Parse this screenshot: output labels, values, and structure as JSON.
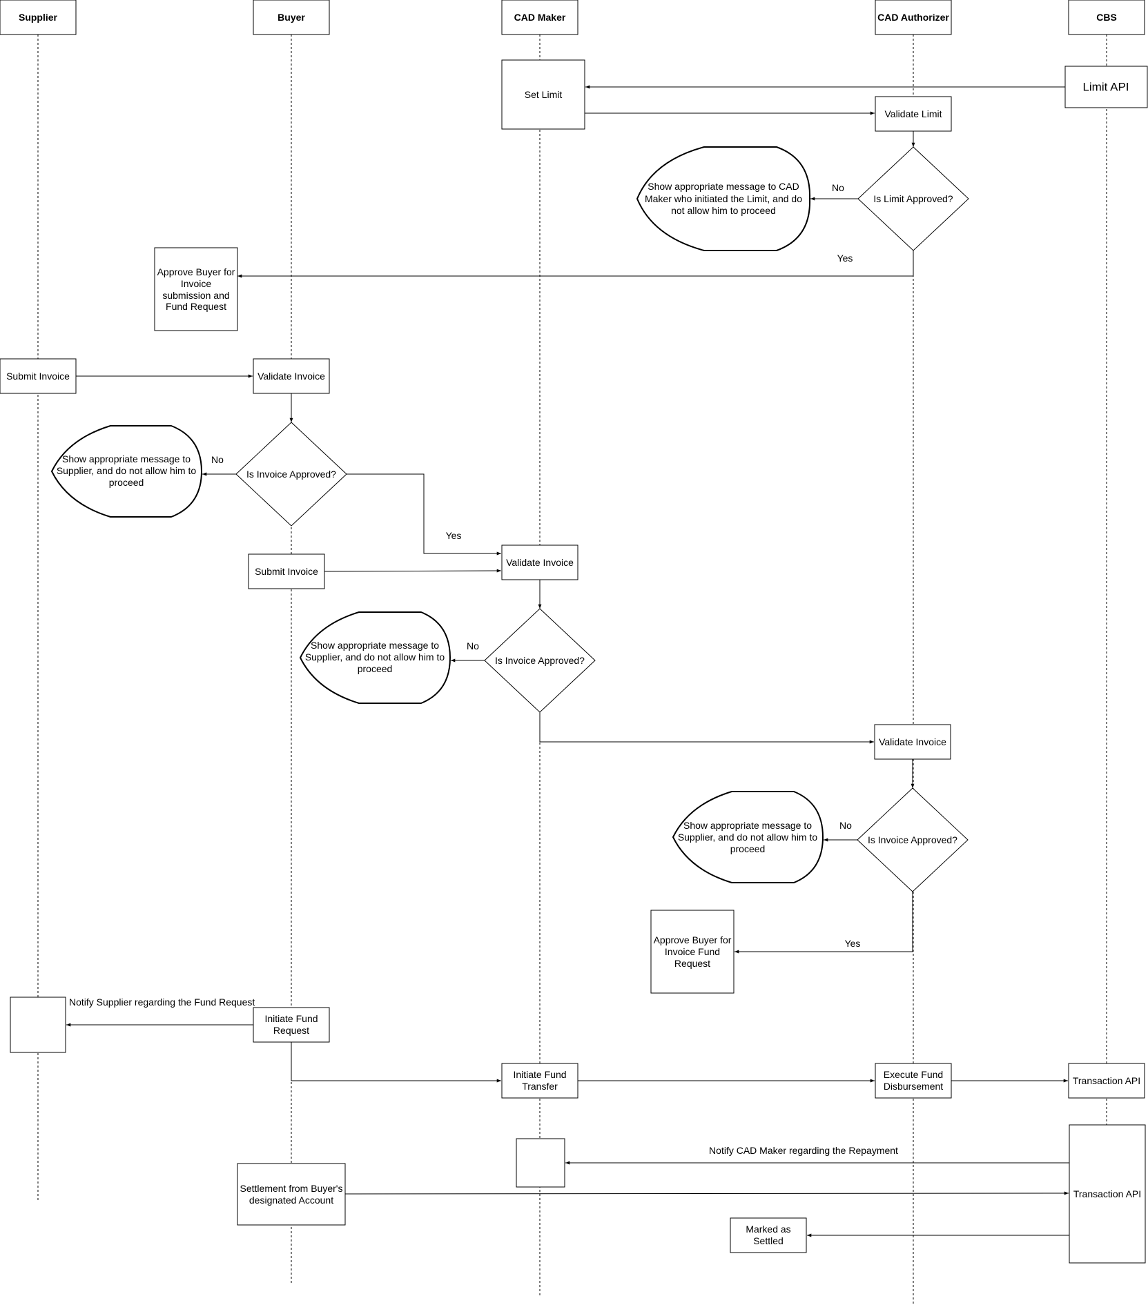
{
  "lanes": {
    "supplier": "Supplier",
    "buyer": "Buyer",
    "cad_maker": "CAD Maker",
    "cad_authorizer": "CAD Authorizer",
    "cbs": "CBS"
  },
  "nodes": {
    "set_limit": "Set Limit",
    "limit_api": "Limit API",
    "validate_limit": "Validate Limit",
    "is_limit_approved": "Is Limit Approved?",
    "limit_reject_msg": [
      "Show appropriate message to CAD",
      "Maker who initiated the Limit, and do",
      "not allow him to proceed"
    ],
    "approve_buyer_submission": [
      "Approve Buyer for",
      "Invoice",
      "submission and",
      "Fund Request"
    ],
    "supplier_submit_invoice": "Submit Invoice",
    "buyer_validate_invoice": "Validate Invoice",
    "buyer_is_invoice_approved": "Is Invoice Approved?",
    "buyer_reject_msg": [
      "Show appropriate message to",
      "Supplier, and do not allow him to",
      "proceed"
    ],
    "buyer_submit_invoice": "Submit Invoice",
    "maker_validate_invoice": "Validate Invoice",
    "maker_is_invoice_approved": "Is Invoice Approved?",
    "maker_reject_msg": [
      "Show appropriate message to",
      "Supplier, and do not allow him to",
      "proceed"
    ],
    "auth_validate_invoice": "Validate Invoice",
    "auth_is_invoice_approved": "Is Invoice Approved?",
    "auth_reject_msg": [
      "Show appropriate message to",
      "Supplier, and do not allow him to",
      "proceed"
    ],
    "approve_buyer_fund": [
      "Approve Buyer for",
      "Invoice Fund",
      "Request"
    ],
    "initiate_fund_request": [
      "Initiate Fund",
      "Request"
    ],
    "initiate_fund_transfer": [
      "Initiate Fund",
      "Transfer"
    ],
    "execute_fund_disbursement": [
      "Execute Fund",
      "Disbursement"
    ],
    "transaction_api_1": "Transaction API",
    "transaction_api_2": "Transaction API",
    "settlement": [
      "Settlement from Buyer's",
      "designated Account"
    ],
    "marked_settled": [
      "Marked as",
      "Settled"
    ]
  },
  "edge_labels": {
    "limit_no": "No",
    "limit_yes": "Yes",
    "buyer_no": "No",
    "buyer_yes": "Yes",
    "maker_no": "No",
    "auth_no": "No",
    "auth_yes": "Yes",
    "notify_supplier": "Notify Supplier regarding the Fund Request",
    "notify_maker": "Notify CAD Maker regarding the Repayment"
  }
}
